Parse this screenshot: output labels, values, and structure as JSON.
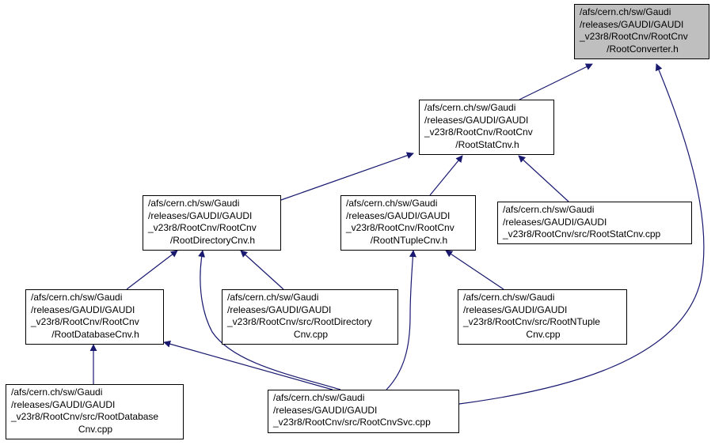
{
  "edge_color": "#191970",
  "root_fill": "#bfbfbf",
  "nodes": {
    "root_converter_h": [
      "/afs/cern.ch/sw/Gaudi",
      "/releases/GAUDI/GAUDI",
      "_v23r8/RootCnv/RootCnv",
      "/RootConverter.h"
    ],
    "root_stat_cnv_h": [
      "/afs/cern.ch/sw/Gaudi",
      "/releases/GAUDI/GAUDI",
      "_v23r8/RootCnv/RootCnv",
      "/RootStatCnv.h"
    ],
    "root_directory_cnv_h": [
      "/afs/cern.ch/sw/Gaudi",
      "/releases/GAUDI/GAUDI",
      "_v23r8/RootCnv/RootCnv",
      "/RootDirectoryCnv.h"
    ],
    "root_ntuple_cnv_h": [
      "/afs/cern.ch/sw/Gaudi",
      "/releases/GAUDI/GAUDI",
      "_v23r8/RootCnv/RootCnv",
      "/RootNTupleCnv.h"
    ],
    "root_stat_cnv_cpp": [
      "/afs/cern.ch/sw/Gaudi",
      "/releases/GAUDI/GAUDI",
      "_v23r8/RootCnv/src/RootStatCnv.cpp"
    ],
    "root_database_cnv_h": [
      "/afs/cern.ch/sw/Gaudi",
      "/releases/GAUDI/GAUDI",
      "_v23r8/RootCnv/RootCnv",
      "/RootDatabaseCnv.h"
    ],
    "root_directory_cnv_cpp": [
      "/afs/cern.ch/sw/Gaudi",
      "/releases/GAUDI/GAUDI",
      "_v23r8/RootCnv/src/RootDirectory",
      "Cnv.cpp"
    ],
    "root_ntuple_cnv_cpp": [
      "/afs/cern.ch/sw/Gaudi",
      "/releases/GAUDI/GAUDI",
      "_v23r8/RootCnv/src/RootNTuple",
      "Cnv.cpp"
    ],
    "root_database_cnv_cpp": [
      "/afs/cern.ch/sw/Gaudi",
      "/releases/GAUDI/GAUDI",
      "_v23r8/RootCnv/src/RootDatabase",
      "Cnv.cpp"
    ],
    "root_cnv_svc_cpp": [
      "/afs/cern.ch/sw/Gaudi",
      "/releases/GAUDI/GAUDI",
      "_v23r8/RootCnv/src/RootCnvSvc.cpp"
    ]
  },
  "edges": [
    {
      "from": "root_stat_cnv_h",
      "to": "root_converter_h"
    },
    {
      "from": "root_cnv_svc_cpp",
      "to": "root_converter_h"
    },
    {
      "from": "root_directory_cnv_h",
      "to": "root_stat_cnv_h"
    },
    {
      "from": "root_ntuple_cnv_h",
      "to": "root_stat_cnv_h"
    },
    {
      "from": "root_stat_cnv_cpp",
      "to": "root_stat_cnv_h"
    },
    {
      "from": "root_database_cnv_h",
      "to": "root_directory_cnv_h"
    },
    {
      "from": "root_cnv_svc_cpp",
      "to": "root_directory_cnv_h"
    },
    {
      "from": "root_directory_cnv_cpp",
      "to": "root_directory_cnv_h"
    },
    {
      "from": "root_cnv_svc_cpp",
      "to": "root_ntuple_cnv_h"
    },
    {
      "from": "root_ntuple_cnv_cpp",
      "to": "root_ntuple_cnv_h"
    },
    {
      "from": "root_database_cnv_cpp",
      "to": "root_database_cnv_h"
    },
    {
      "from": "root_cnv_svc_cpp",
      "to": "root_database_cnv_h"
    }
  ]
}
